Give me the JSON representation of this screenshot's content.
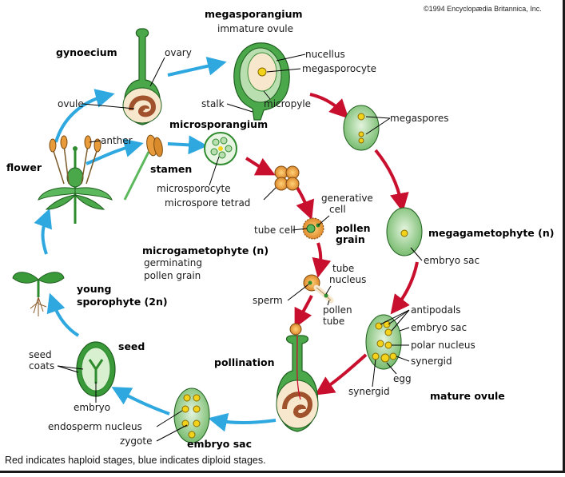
{
  "copyright": "©1994 Encyclopædia Britannica, Inc.",
  "caption": "Red indicates haploid stages, blue indicates diploid stages.",
  "stages": {
    "megasporangium": "megasporangium",
    "immature_ovule": "immature ovule",
    "gynoecium": "gynoecium",
    "flower": "flower",
    "stamen": "stamen",
    "microsporangium": "microsporangium",
    "microgametophyte": "microgametophyte (n)",
    "germinating": "germinating",
    "pollen_grain_line": "pollen grain",
    "pollen_grain_bold_1": "pollen",
    "pollen_grain_bold_2": "grain",
    "megagametophyte": "megagametophyte (n)",
    "mature_ovule": "mature ovule",
    "pollination": "pollination",
    "seed": "seed",
    "embryo_sac_bottom": "embryo sac",
    "young_sporophyte_1": "young",
    "young_sporophyte_2": "sporophyte (2n)"
  },
  "labels": {
    "ovary": "ovary",
    "ovule": "ovule",
    "anther": "anther",
    "nucellus": "nucellus",
    "megasporocyte": "megasporocyte",
    "stalk": "stalk",
    "micropyle": "micropyle",
    "megaspores": "megaspores",
    "microsporocyte": "microsporocyte",
    "microspore_tetrad": "microspore tetrad",
    "generative_1": "generative",
    "generative_2": "cell",
    "tube_cell": "tube cell",
    "tube_nucleus_1": "tube",
    "tube_nucleus_2": "nucleus",
    "sperm": "sperm",
    "pollen_tube_1": "pollen",
    "pollen_tube_2": "tube",
    "embryo_sac": "embryo sac",
    "antipodals": "antipodals",
    "embryo_sac_2": "embryo sac",
    "polar_nucleus": "polar nucleus",
    "synergid": "synergid",
    "egg": "egg",
    "synergid_2": "synergid",
    "seed_coats_1": "seed",
    "seed_coats_2": "coats",
    "embryo": "embryo",
    "endosperm_nucleus": "endosperm nucleus",
    "zygote": "zygote"
  },
  "colors": {
    "diploid_arrow": "#2fa8e0",
    "haploid_arrow": "#c8102e",
    "cell_green": "#b9dfb0",
    "cell_green_dark": "#3f8f3a",
    "plant_green": "#2e8b2e",
    "tissue_brown": "#a0522d",
    "nucleus_yellow": "#f2d21a",
    "pollen_orange": "#e89b3b"
  }
}
